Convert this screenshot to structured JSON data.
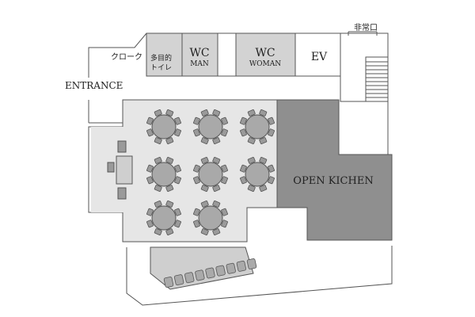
{
  "labels": {
    "emergency_exit": "非常口",
    "cloak": "クローク",
    "multi_toilet_line1": "多目的",
    "multi_toilet_line2": "トイレ",
    "wc_man_title": "WC",
    "wc_man_sub": "MAN",
    "wc_woman_title": "WC",
    "wc_woman_sub": "WOMAN",
    "elevator": "EV",
    "entrance": "ENTRANCE",
    "open_kitchen": "OPEN KICHEN"
  },
  "round_tables": {
    "rows": [
      3,
      3,
      2
    ],
    "chairs_per_table": 8
  },
  "counter_seats": 9,
  "colors": {
    "wall": "#555555",
    "dining_floor": "#e6e6e6",
    "restroom": "#d3d3d3",
    "kitchen": "#8f8f8f",
    "table": "#a9a9a9",
    "chair": "#9a9a9a",
    "counter": "#cfcfcf",
    "counter_seat": "#aaaaaa"
  }
}
